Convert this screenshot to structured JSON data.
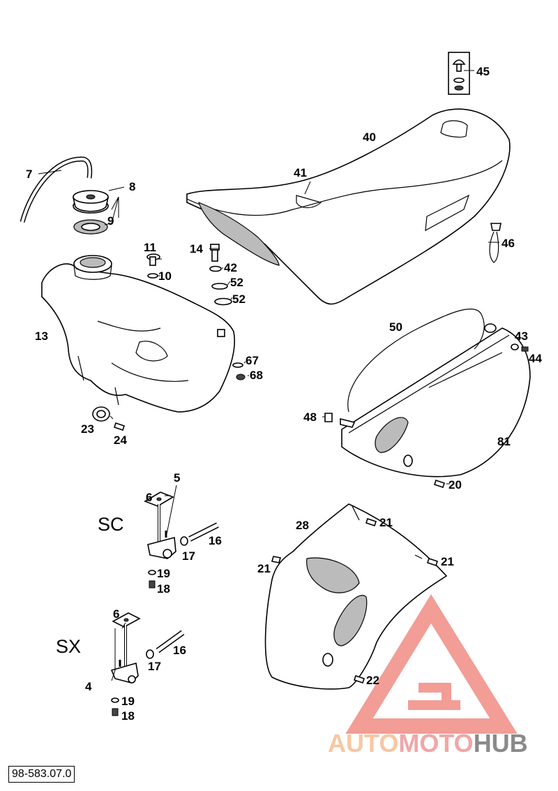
{
  "diagram": {
    "document_reference": "98-583.07.0",
    "variant_labels": {
      "sc": "SC",
      "sx": "SX"
    },
    "callouts": [
      {
        "id": "c45",
        "text": "45"
      },
      {
        "id": "c40",
        "text": "40"
      },
      {
        "id": "c41",
        "text": "41"
      },
      {
        "id": "c7",
        "text": "7"
      },
      {
        "id": "c8",
        "text": "8"
      },
      {
        "id": "c9",
        "text": "9"
      },
      {
        "id": "c11",
        "text": "11"
      },
      {
        "id": "c10",
        "text": "10"
      },
      {
        "id": "c14",
        "text": "14"
      },
      {
        "id": "c42",
        "text": "42"
      },
      {
        "id": "c52a",
        "text": "52"
      },
      {
        "id": "c52b",
        "text": "52"
      },
      {
        "id": "c46",
        "text": "46"
      },
      {
        "id": "c13",
        "text": "13"
      },
      {
        "id": "c50",
        "text": "50"
      },
      {
        "id": "c43",
        "text": "43"
      },
      {
        "id": "c44",
        "text": "44"
      },
      {
        "id": "c67",
        "text": "67"
      },
      {
        "id": "c68",
        "text": "68"
      },
      {
        "id": "c48",
        "text": "48"
      },
      {
        "id": "c81",
        "text": "81"
      },
      {
        "id": "c23",
        "text": "23"
      },
      {
        "id": "c24",
        "text": "24"
      },
      {
        "id": "c5",
        "text": "5"
      },
      {
        "id": "c20",
        "text": "20"
      },
      {
        "id": "c6a",
        "text": "6"
      },
      {
        "id": "c16a",
        "text": "16"
      },
      {
        "id": "c17a",
        "text": "17"
      },
      {
        "id": "c19a",
        "text": "19"
      },
      {
        "id": "c18a",
        "text": "18"
      },
      {
        "id": "c28",
        "text": "28"
      },
      {
        "id": "c21a",
        "text": "21"
      },
      {
        "id": "c21b",
        "text": "21"
      },
      {
        "id": "c21c",
        "text": "21"
      },
      {
        "id": "c6b",
        "text": "6"
      },
      {
        "id": "c16b",
        "text": "16"
      },
      {
        "id": "c17b",
        "text": "17"
      },
      {
        "id": "c4",
        "text": "4"
      },
      {
        "id": "c22",
        "text": "22"
      },
      {
        "id": "c19b",
        "text": "19"
      },
      {
        "id": "c18b",
        "text": "18"
      }
    ]
  },
  "watermark": {
    "parts": [
      "AUTO",
      "MOTO",
      "HUB"
    ],
    "colors": {
      "auto": "#f7c7a3",
      "moto": "#f2a6a6",
      "hub": "#8a8a8a",
      "triangle": "#f08c84"
    }
  }
}
